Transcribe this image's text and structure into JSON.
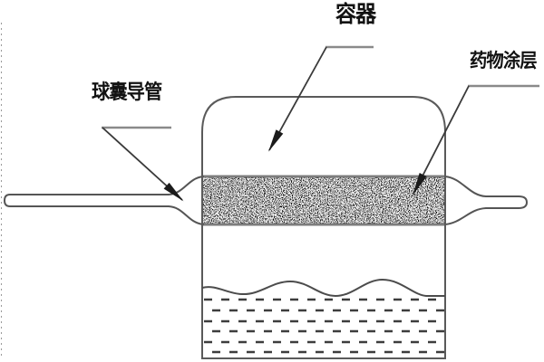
{
  "figure": {
    "type": "patent-style technical diagram",
    "labels": {
      "balloon_catheter": "球囊导管",
      "container": "容器",
      "drug_coating": "药物涂层"
    },
    "colors": {
      "outline_line": "#555555",
      "leader_horizontal": "#8a8a8a",
      "leader_diagonal": "#3a3a3a",
      "arrowhead": "#1b1b1b",
      "text": "#121212",
      "coating_band_fill": "#ebebeb",
      "coating_band_border": "#7d7d7d",
      "liquid_dash": "#3d3d3d",
      "background": "#ffffff"
    },
    "elements": [
      "rounded-top container vessel",
      "balloon catheter shaft entering left and exiting right",
      "stippled drug coating band on inflated balloon",
      "wavy liquid surface with dashed liquid fill at bottom"
    ]
  }
}
